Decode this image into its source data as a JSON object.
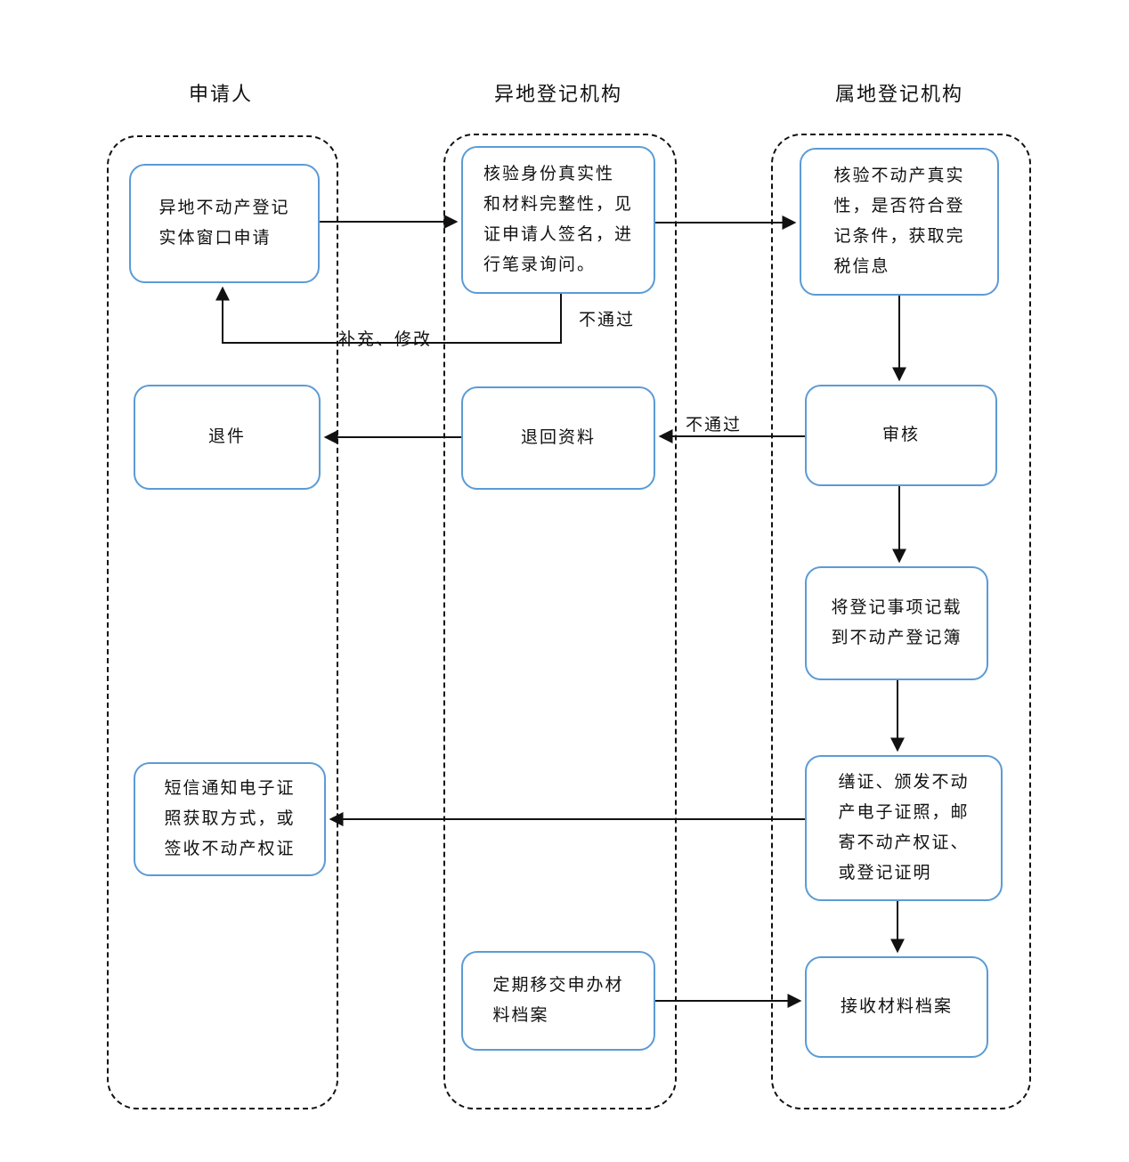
{
  "diagram": {
    "lanes": [
      {
        "title": "申请人"
      },
      {
        "title": "异地登记机构"
      },
      {
        "title": "属地登记机构"
      }
    ],
    "nodes": {
      "apply": "异地不动产登记\n实体窗口申请",
      "reject": "退件",
      "notify": "短信通知电子证\n照获取方式，或\n签收不动产权证",
      "verify_identity": "核验身份真实性\n和材料完整性，见\n证申请人签名，进\n行笔录询问。",
      "return_materials": "退回资料",
      "transfer_archives": "定期移交申办材\n料档案",
      "verify_property": "核验不动产真实\n性，是否符合登\n记条件，获取完\n税信息",
      "review": "审核",
      "record": "将登记事项记载\n到不动产登记簿",
      "issue": "缮证、颁发不动\n产电子证照，邮\n寄不动产权证、\n或登记证明",
      "receive_archives": "接收材料档案"
    },
    "edge_labels": {
      "fail_verify": "不通过",
      "supplement": "补充、修改",
      "fail_review": "不通过"
    },
    "colors": {
      "node_border": "#5b9bd5",
      "lane_border": "#111111",
      "arrow": "#111111",
      "background": "#ffffff"
    }
  }
}
